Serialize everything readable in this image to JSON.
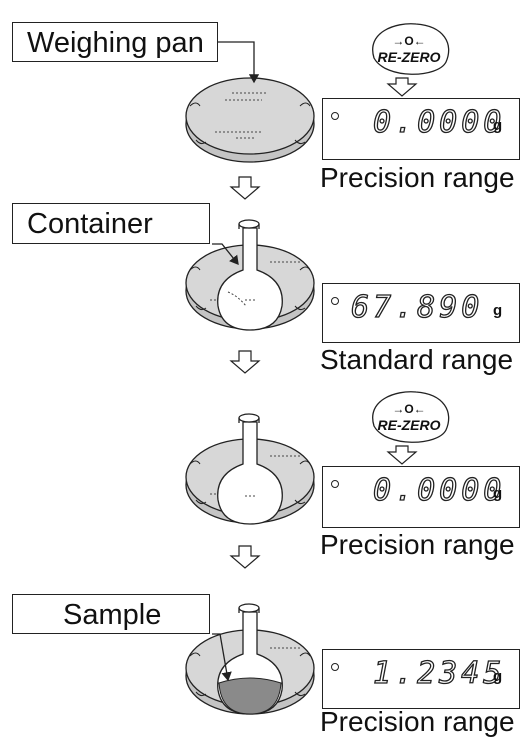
{
  "labels": {
    "weighing_pan": "Weighing pan",
    "container": "Container",
    "sample": "Sample"
  },
  "key": {
    "symbol": "→O←",
    "label": "RE-ZERO"
  },
  "steps": [
    {
      "reading": "0.0000",
      "unit": "g",
      "range": "Precision range"
    },
    {
      "reading": "67.890",
      "unit": "g",
      "range": "Standard range"
    },
    {
      "reading": "0.0000",
      "unit": "g",
      "range": "Precision range"
    },
    {
      "reading": "1.2345",
      "unit": "g",
      "range": "Precision range"
    }
  ],
  "colors": {
    "pan_fill": "#d7d7d7",
    "pan_rim": "#c4c4c4",
    "sample_fill": "#8a8a8a",
    "outline": "#222222"
  }
}
